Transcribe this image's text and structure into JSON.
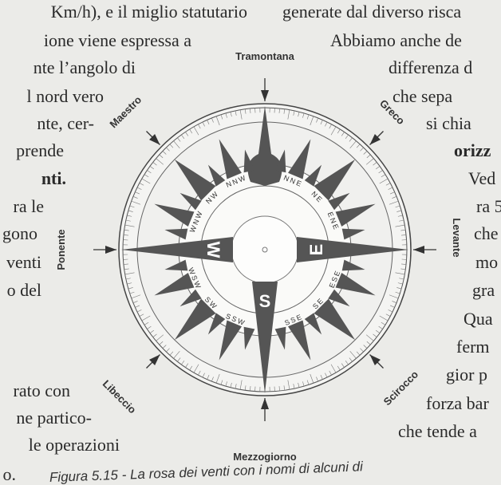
{
  "left_column": [
    {
      "text": "Km/h), e il miglio statutario",
      "bold": false
    },
    {
      "text": "ione viene espressa a",
      "bold": false
    },
    {
      "text": "nte l’angolo di",
      "bold": false
    },
    {
      "text": "l nord vero",
      "bold": false
    },
    {
      "text": "nte, cer-",
      "bold": false
    },
    {
      "text": "prende",
      "bold": false
    },
    {
      "text": "nti.",
      "bold": true
    },
    {
      "text": "ra le",
      "bold": false
    },
    {
      "text": "gono",
      "bold": false
    },
    {
      "text": "venti",
      "bold": false
    },
    {
      "text": "o del",
      "bold": false
    },
    {
      "text": "rato con",
      "bold": false
    },
    {
      "text": "ne partico-",
      "bold": false
    },
    {
      "text": "le operazioni",
      "bold": false
    },
    {
      "text": "o.",
      "bold": false
    }
  ],
  "right_column": [
    {
      "text": "generate dal diverso risca",
      "bold": false
    },
    {
      "text": "Abbiamo anche de",
      "bold": false
    },
    {
      "text": "differenza d",
      "bold": false
    },
    {
      "text": "che sepa",
      "bold": false
    },
    {
      "text": "si chia",
      "bold": false
    },
    {
      "text": "orizz",
      "bold": true
    },
    {
      "text": "Ved",
      "bold": false
    },
    {
      "text": "ra 5",
      "bold": false
    },
    {
      "text": "che",
      "bold": false
    },
    {
      "text": "mo",
      "bold": false
    },
    {
      "text": "gra",
      "bold": false
    },
    {
      "text": "Qua",
      "bold": false
    },
    {
      "text": "ferm",
      "bold": false
    },
    {
      "text": "gior p",
      "bold": false
    },
    {
      "text": "forza bar",
      "bold": false
    },
    {
      "text": "che tende a",
      "bold": false
    }
  ],
  "winds": {
    "north": "Tramontana",
    "northeast": "Greco",
    "east": "Levante",
    "southeast": "Scirocco",
    "south": "Mezzogiorno",
    "southwest": "Libeccio",
    "west": "Ponente",
    "northwest": "Maestro"
  },
  "compass": {
    "cardinal_letters": {
      "E": "E",
      "S": "S",
      "W": "W"
    },
    "ring_labels": [
      "NNE",
      "NE",
      "ENE",
      "ESE",
      "SE",
      "SSE",
      "SSW",
      "SW",
      "WSW",
      "WNW",
      "NW",
      "NNW"
    ],
    "ray_color": "#555555"
  },
  "caption": "Figura 5.15 - La rosa dei venti con i nomi di alcuni di"
}
